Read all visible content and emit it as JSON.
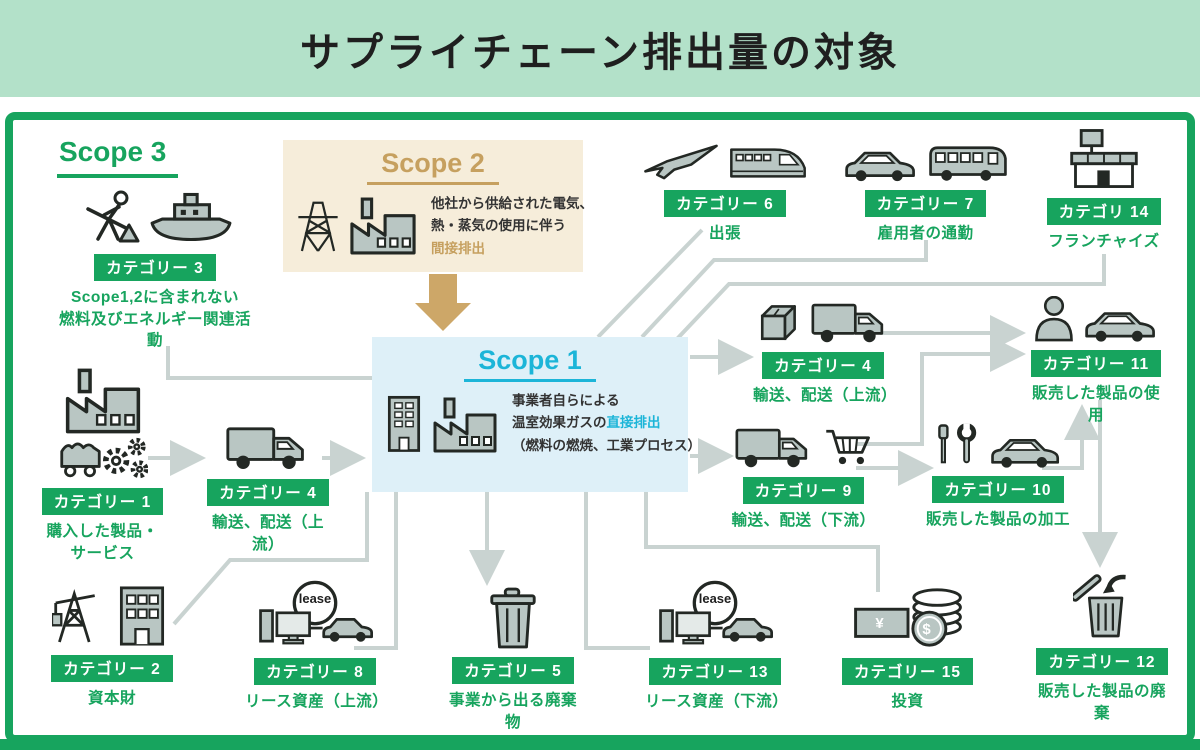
{
  "page_title": "サプライチェーン排出量の対象",
  "scope3": {
    "label": "Scope 3"
  },
  "scope2": {
    "label": "Scope 2",
    "line1": "他社から供給された電気、",
    "line2": "熱・蒸気の使用に伴う",
    "highlight": "間接排出"
  },
  "scope1": {
    "label": "Scope 1",
    "line1": "事業者自らによる",
    "line2_pre": "温室効果ガスの",
    "line2_highlight": "直接排出",
    "line3": "（燃料の燃焼、工業プロセス）"
  },
  "labels": {
    "lease": "lease",
    "yen": "¥",
    "dollar": "$"
  },
  "categories": [
    {
      "badge": "カテゴリー 3",
      "label": "Scope1,2に含まれない\n燃料及びエネルギー関連活動",
      "icons": [
        "digging-worker",
        "ship"
      ]
    },
    {
      "badge": "カテゴリー 1",
      "label": "購入した製品・\nサービス",
      "icons": [
        "factory",
        "mine-cart",
        "gears"
      ]
    },
    {
      "badge": "カテゴリー 4",
      "label": "輸送、配送（上流）",
      "icons": [
        "truck"
      ]
    },
    {
      "badge": "カテゴリー 6",
      "label": "出張",
      "icons": [
        "airplane",
        "bullet-train"
      ]
    },
    {
      "badge": "カテゴリー 7",
      "label": "雇用者の通勤",
      "icons": [
        "car",
        "bus"
      ]
    },
    {
      "badge": "カテゴリ 14",
      "label": "フランチャイズ",
      "icons": [
        "storefront"
      ]
    },
    {
      "badge": "カテゴリー 4",
      "label": "輸送、配送（上流）",
      "icons": [
        "package-box",
        "truck"
      ]
    },
    {
      "badge": "カテゴリー 11",
      "label": "販売した製品の使用",
      "icons": [
        "person",
        "car"
      ]
    },
    {
      "badge": "カテゴリー 9",
      "label": "輸送、配送（下流）",
      "icons": [
        "truck",
        "shopping-cart"
      ]
    },
    {
      "badge": "カテゴリー 10",
      "label": "販売した製品の加工",
      "icons": [
        "tools",
        "car"
      ]
    },
    {
      "badge": "カテゴリー 2",
      "label": "資本財",
      "icons": [
        "oil-derrick",
        "office-building"
      ]
    },
    {
      "badge": "カテゴリー 8",
      "label": "リース資産（上流）",
      "icons": [
        "computer",
        "lease-bubble",
        "car"
      ]
    },
    {
      "badge": "カテゴリー 5",
      "label": "事業から出る廃棄物",
      "icons": [
        "trash-bin"
      ]
    },
    {
      "badge": "カテゴリー 13",
      "label": "リース資産（下流）",
      "icons": [
        "computer",
        "lease-bubble",
        "car"
      ]
    },
    {
      "badge": "カテゴリー 15",
      "label": "投資",
      "icons": [
        "banknote",
        "coins"
      ]
    },
    {
      "badge": "カテゴリー 12",
      "label": "販売した製品の廃棄",
      "icons": [
        "open-trash-bin"
      ]
    }
  ],
  "colors": {
    "banner_green": "#b3e1c9",
    "accent_green": "#17a45e",
    "scope2_bg": "#f6edda",
    "scope2_accent": "#c6a05f",
    "scope1_bg": "#def0f8",
    "scope1_accent": "#1cb5d8",
    "connector_gray": "#c9d3d1",
    "icon_fill": "#b9c6c3",
    "icon_stroke": "#232824"
  }
}
